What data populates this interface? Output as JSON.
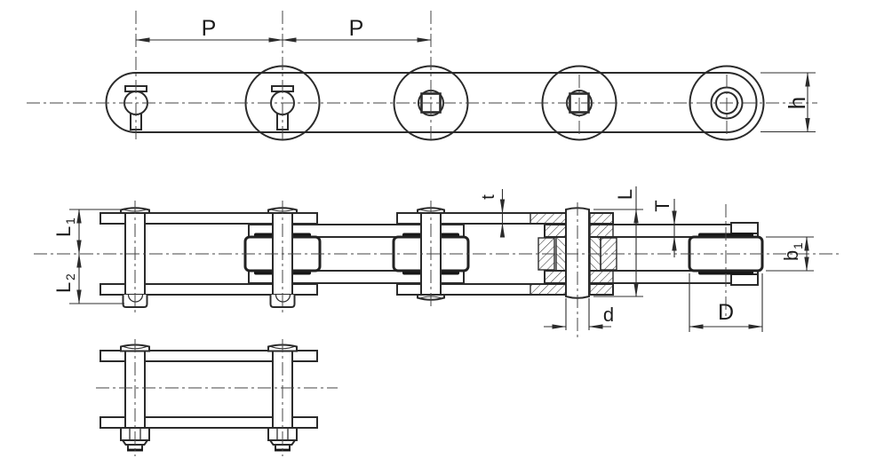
{
  "drawing": {
    "labels": {
      "pitch_left": "P",
      "pitch_right": "P",
      "plate_height": "h",
      "l1_base": "L",
      "l1_sub": "1",
      "l2_base": "L",
      "l2_sub": "2",
      "outer_plate_thickness": "t",
      "pin_length": "L",
      "inner_plate_thickness": "T",
      "pin_diameter": "d",
      "roller_diameter": "D",
      "b1_base": "b",
      "b1_sub": "1"
    },
    "colors": {
      "line": "#2b2b2b",
      "text": "#1c1c1c",
      "background": "#ffffff"
    }
  }
}
